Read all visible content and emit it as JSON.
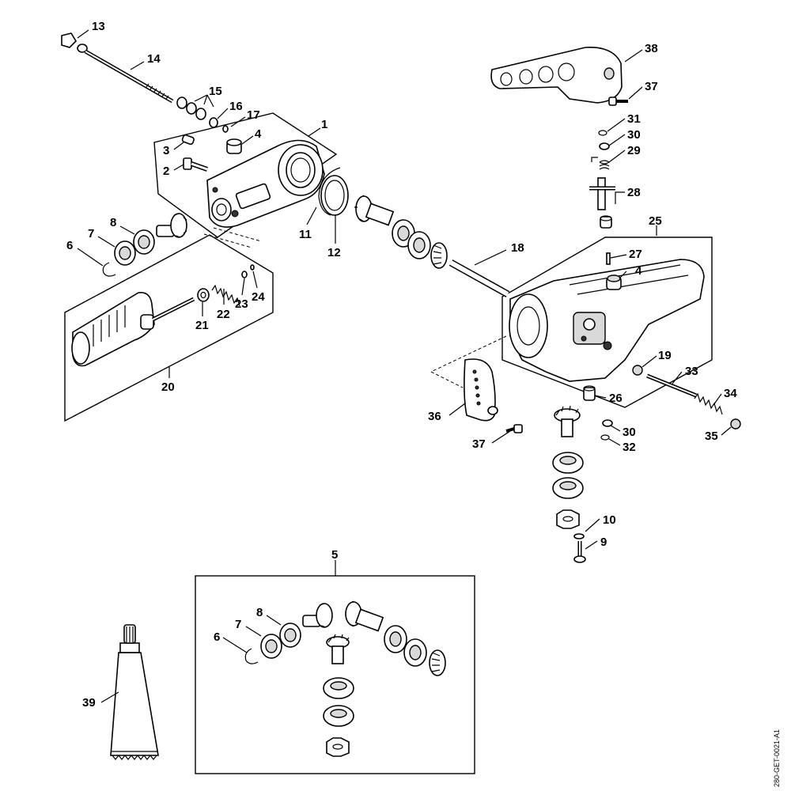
{
  "callouts": [
    {
      "id": "c13",
      "text": "13"
    },
    {
      "id": "c14",
      "text": "14"
    },
    {
      "id": "c15",
      "text": "15"
    },
    {
      "id": "c16",
      "text": "16"
    },
    {
      "id": "c17",
      "text": "17"
    },
    {
      "id": "c1",
      "text": "1"
    },
    {
      "id": "c3",
      "text": "3"
    },
    {
      "id": "c4a",
      "text": "4"
    },
    {
      "id": "c2",
      "text": "2"
    },
    {
      "id": "c8a",
      "text": "8"
    },
    {
      "id": "c7a",
      "text": "7"
    },
    {
      "id": "c6a",
      "text": "6"
    },
    {
      "id": "c11",
      "text": "11"
    },
    {
      "id": "c12",
      "text": "12"
    },
    {
      "id": "c18",
      "text": "18"
    },
    {
      "id": "c21",
      "text": "21"
    },
    {
      "id": "c22",
      "text": "22"
    },
    {
      "id": "c23",
      "text": "23"
    },
    {
      "id": "c24",
      "text": "24"
    },
    {
      "id": "c20",
      "text": "20"
    },
    {
      "id": "c38",
      "text": "38"
    },
    {
      "id": "c37a",
      "text": "37"
    },
    {
      "id": "c31",
      "text": "31"
    },
    {
      "id": "c30a",
      "text": "30"
    },
    {
      "id": "c29",
      "text": "29"
    },
    {
      "id": "c28",
      "text": "28"
    },
    {
      "id": "c25",
      "text": "25"
    },
    {
      "id": "c27",
      "text": "27"
    },
    {
      "id": "c4b",
      "text": "4"
    },
    {
      "id": "c19",
      "text": "19"
    },
    {
      "id": "c33",
      "text": "33"
    },
    {
      "id": "c34",
      "text": "34"
    },
    {
      "id": "c35",
      "text": "35"
    },
    {
      "id": "c26",
      "text": "26"
    },
    {
      "id": "c36",
      "text": "36"
    },
    {
      "id": "c37b",
      "text": "37"
    },
    {
      "id": "c30b",
      "text": "30"
    },
    {
      "id": "c32",
      "text": "32"
    },
    {
      "id": "c10",
      "text": "10"
    },
    {
      "id": "c9",
      "text": "9"
    },
    {
      "id": "c5",
      "text": "5"
    },
    {
      "id": "c8b",
      "text": "8"
    },
    {
      "id": "c7b",
      "text": "7"
    },
    {
      "id": "c6b",
      "text": "6"
    },
    {
      "id": "c39",
      "text": "39"
    }
  ],
  "drawing_code": "280-GET-0021-A1",
  "colors": {
    "line": "#000000",
    "background": "#ffffff",
    "shade": "#d9d9d9"
  }
}
